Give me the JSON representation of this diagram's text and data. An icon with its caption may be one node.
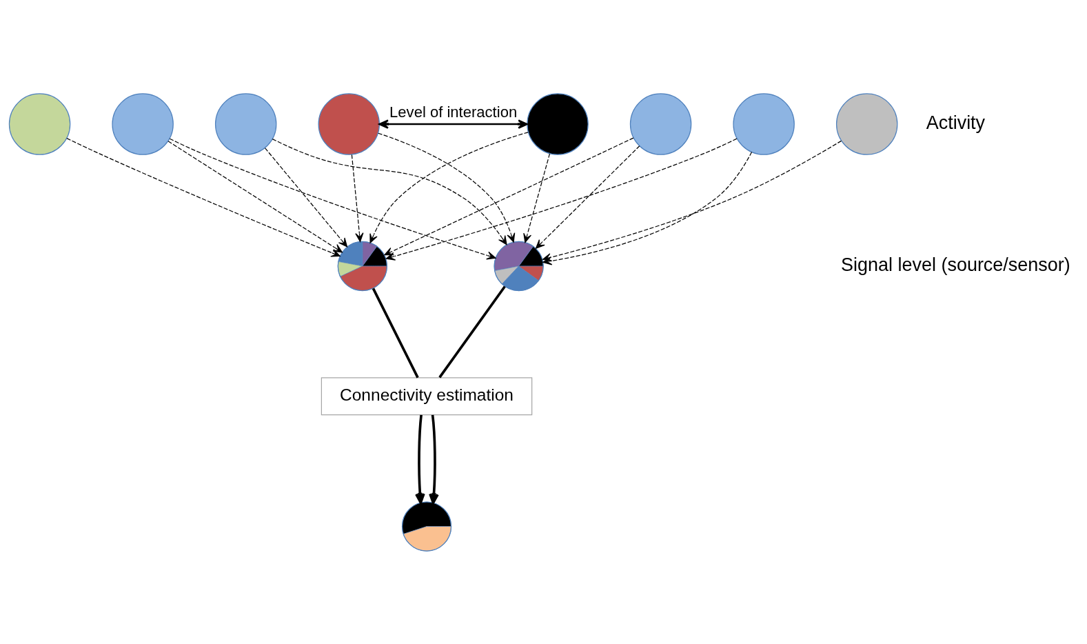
{
  "diagram": {
    "nodes": [
      {
        "text": [],
        "shape": "circle"
      },
      {
        "text": [],
        "shape": "circle"
      },
      {
        "text": [],
        "shape": "circle"
      },
      {
        "text": [],
        "shape": "circle"
      },
      {
        "text": [],
        "shape": "circle"
      },
      {
        "text": [],
        "shape": "circle"
      },
      {
        "text": [],
        "shape": "circle"
      },
      {
        "text": [],
        "shape": "circle"
      },
      {
        "text": [],
        "shape": "circle"
      },
      {
        "text": [],
        "shape": "circle"
      },
      {
        "text": [
          "Connectivity estimation"
        ]
      },
      {
        "text": [],
        "shape": "circle"
      }
    ],
    "edges": [
      {
        "from": 3,
        "to": 4,
        "arrow": "both",
        "label": "Level of interaction"
      },
      {
        "from": 0,
        "to": 8,
        "arrow": "to",
        "style": "dashed"
      },
      {
        "from": 1,
        "to": 8,
        "arrow": "to",
        "style": "dashed"
      },
      {
        "from": 1,
        "to": 9,
        "arrow": "to",
        "style": "dashed"
      },
      {
        "from": 2,
        "to": 8,
        "arrow": "to",
        "style": "dashed"
      },
      {
        "from": 2,
        "to": 9,
        "arrow": "to",
        "style": "dashed"
      },
      {
        "from": 3,
        "to": 8,
        "arrow": "to",
        "style": "dashed"
      },
      {
        "from": 3,
        "to": 9,
        "arrow": "to",
        "style": "dashed"
      },
      {
        "from": 4,
        "to": 8,
        "arrow": "to",
        "style": "dashed"
      },
      {
        "from": 4,
        "to": 9,
        "arrow": "to",
        "style": "dashed"
      },
      {
        "from": 5,
        "to": 8,
        "arrow": "to",
        "style": "dashed"
      },
      {
        "from": 5,
        "to": 9,
        "arrow": "to",
        "style": "dashed"
      },
      {
        "from": 6,
        "to": 8,
        "arrow": "to",
        "style": "dashed"
      },
      {
        "from": 6,
        "to": 9,
        "arrow": "to",
        "style": "dashed"
      },
      {
        "from": 7,
        "to": 9,
        "arrow": "to",
        "style": "dashed"
      },
      {
        "from": 8,
        "to": 10,
        "arrow": "none",
        "style": "thick"
      },
      {
        "from": 9,
        "to": 10,
        "arrow": "none",
        "style": "thick"
      },
      {
        "from": 10,
        "to": 11,
        "arrow": "to",
        "style": "thick"
      },
      {
        "from": 10,
        "to": 11,
        "arrow": "to",
        "style": "thick"
      }
    ],
    "labels": [
      "Activity",
      "Signal level (source/sensor)"
    ]
  }
}
